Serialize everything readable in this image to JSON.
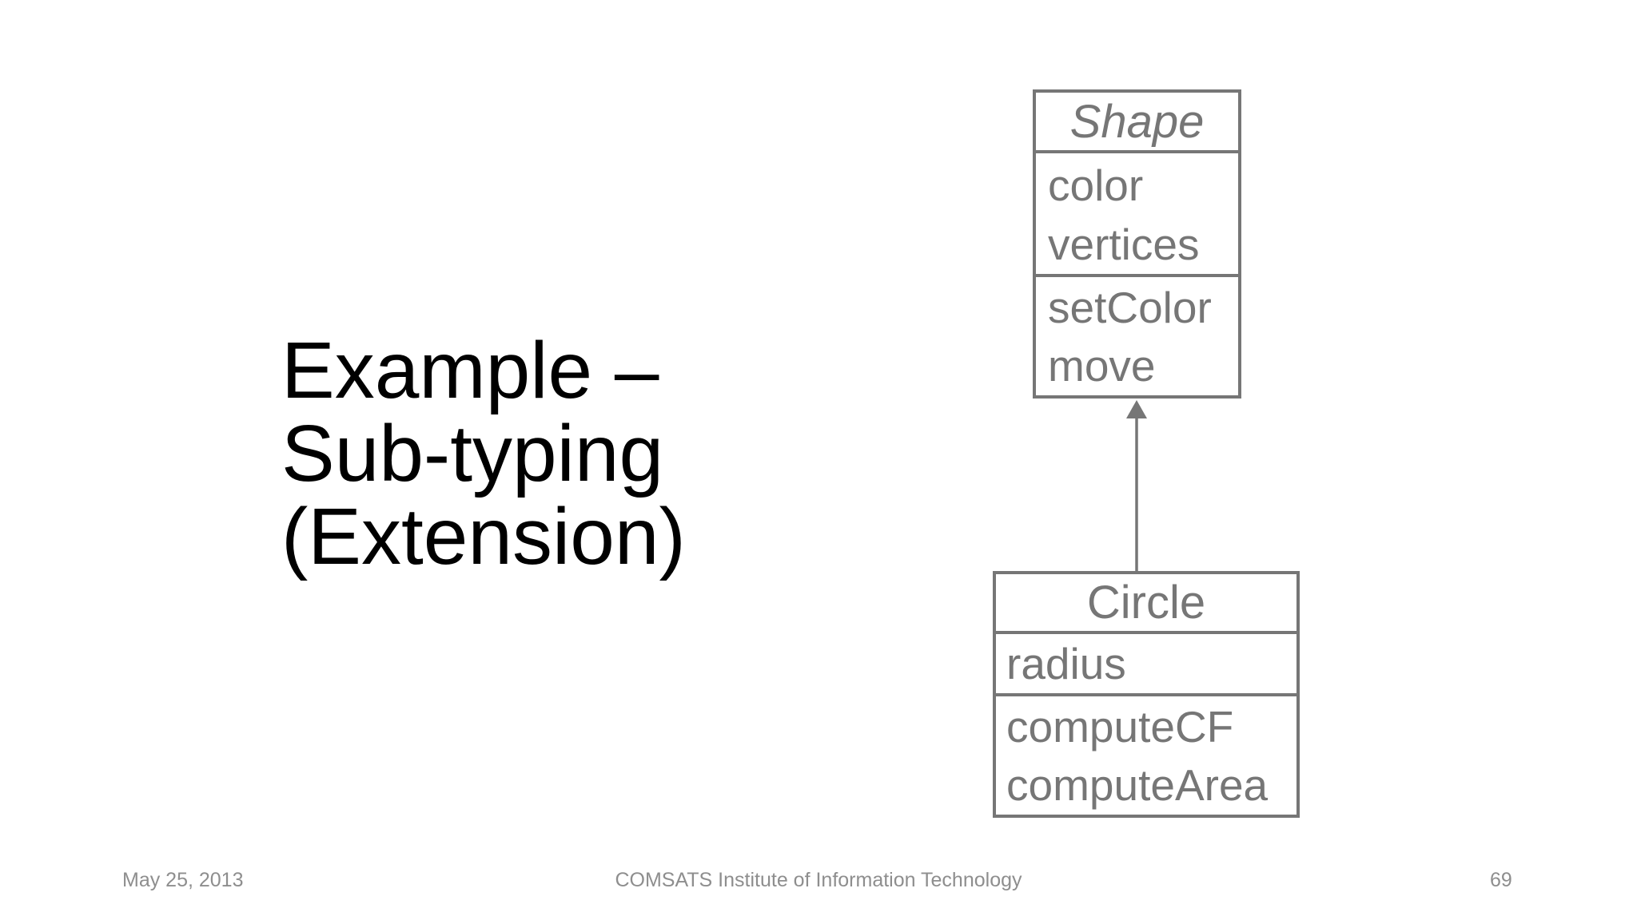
{
  "slide": {
    "title": {
      "lines": [
        "Example –",
        "Sub-typing",
        "(Extension)"
      ]
    },
    "footer": {
      "date": "May 25, 2013",
      "institution": "COMSATS Institute of Information Technology",
      "page_number": "69"
    }
  },
  "uml": {
    "shape": {
      "name": "Shape",
      "attributes": [
        "color",
        "vertices"
      ],
      "methods": [
        "setColor",
        "move"
      ]
    },
    "circle": {
      "name": "Circle",
      "attributes": [
        "radius"
      ],
      "methods": [
        "computeCF",
        "computeArea"
      ]
    },
    "relationship": "generalization-arrow-circle-to-shape"
  },
  "colors": {
    "diagram_gray": "#767676",
    "footer_gray": "#8e8e8e",
    "title_black": "#000000",
    "background": "#ffffff"
  }
}
